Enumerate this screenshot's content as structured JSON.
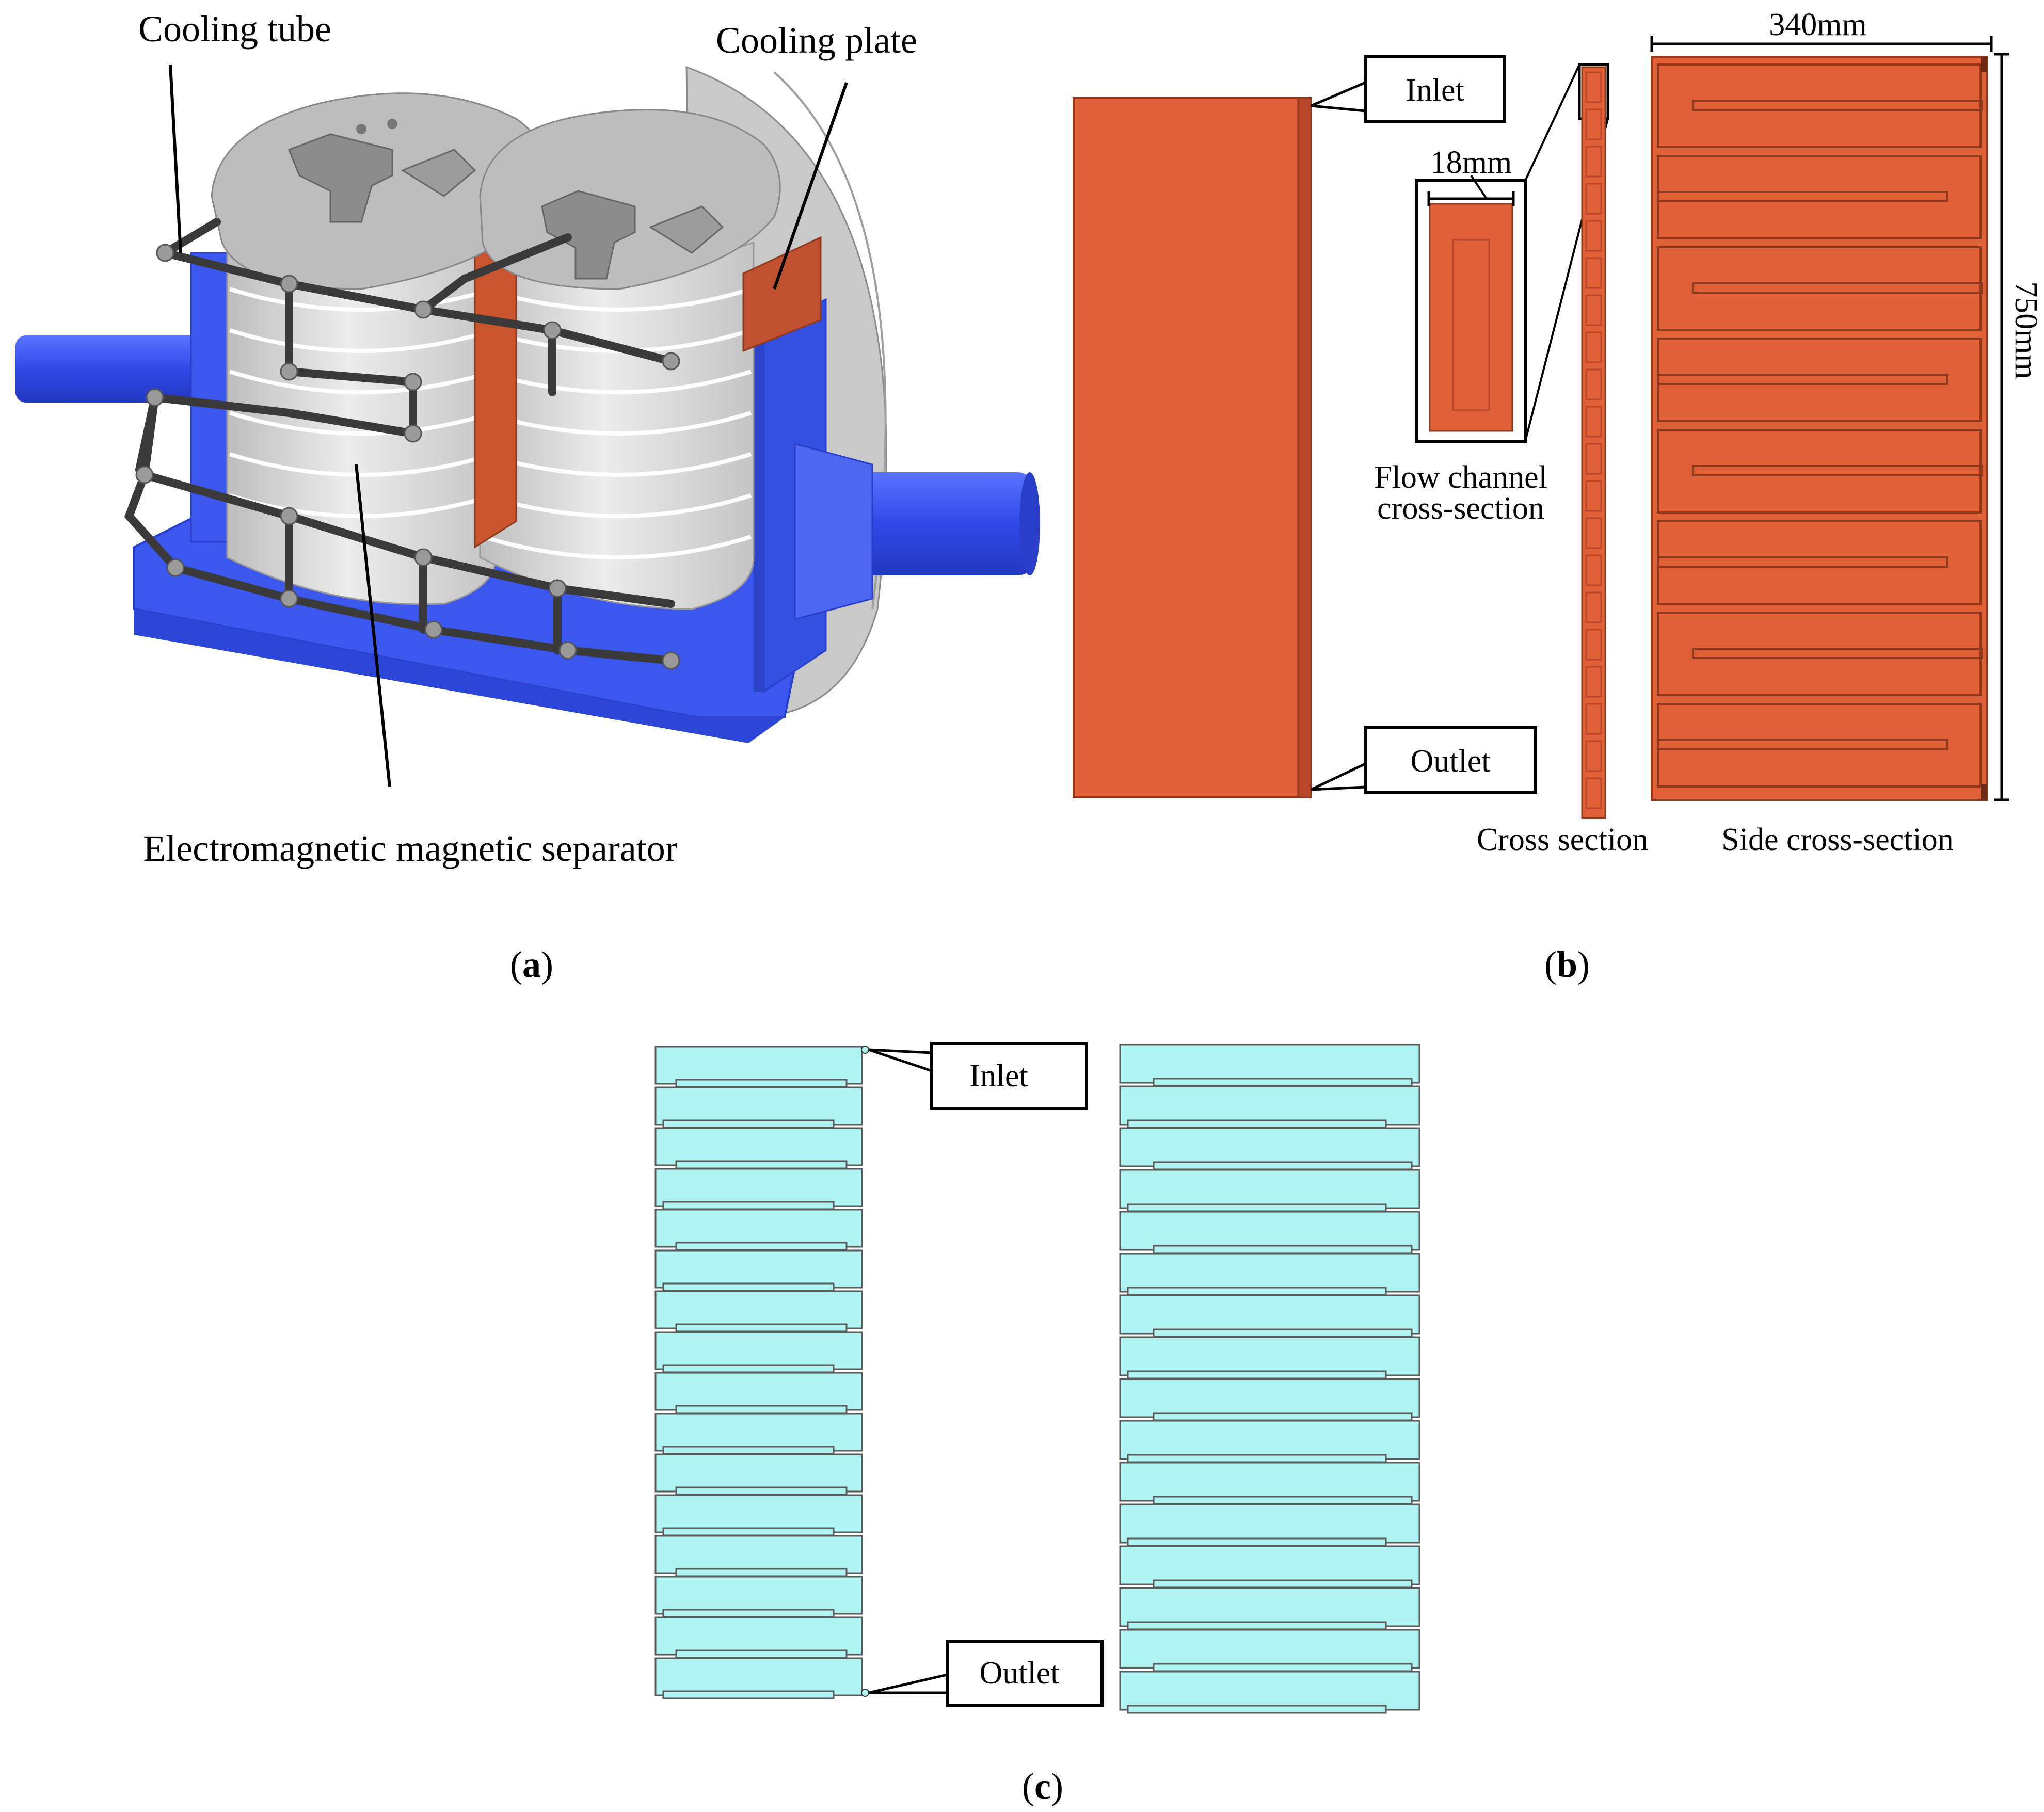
{
  "panel_a": {
    "caption_open": "(",
    "caption_letter": "a",
    "caption_close": ")",
    "label_cooling_tube": "Cooling tube",
    "label_cooling_plate": "Cooling plate",
    "label_separator": "Electromagnetic magnetic separator"
  },
  "panel_b": {
    "caption_open": "(",
    "caption_letter": "b",
    "caption_close": ")",
    "callout_inlet": "Inlet",
    "callout_outlet": "Outlet",
    "dim_width": "18mm",
    "flow_channel_line1": "Flow channel",
    "flow_channel_line2": "cross-section",
    "label_cross_section": "Cross section",
    "label_side_cross_section": "Side cross-section",
    "dim_top": "340mm",
    "dim_right": "750mm"
  },
  "panel_c": {
    "caption_open": "(",
    "caption_letter": "c",
    "caption_close": ")",
    "callout_inlet": "Inlet",
    "callout_outlet": "Outlet"
  },
  "colors": {
    "copper": "#e06038",
    "copper_dark": "#b9452a",
    "steel_blue": "#3f5bef",
    "coil_grey": "#d9d9d9",
    "cap_grey": "#b4b4b4",
    "fluid_cyan": "#aff4f2"
  }
}
